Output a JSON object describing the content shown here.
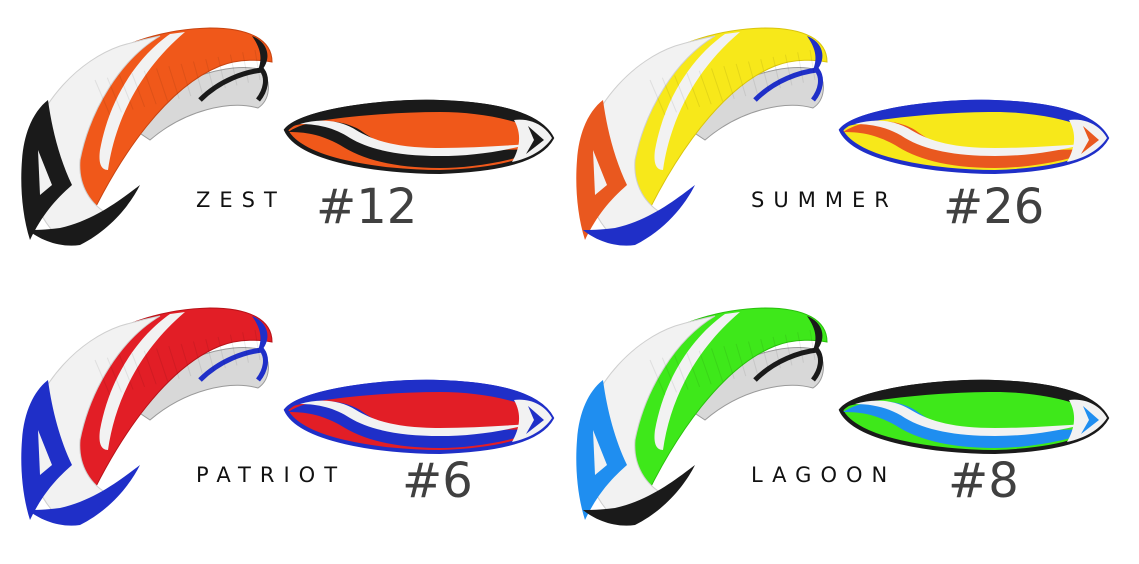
{
  "gliders": [
    {
      "name": "ZEST",
      "number": "#12",
      "colors": {
        "main": "#f0581a",
        "main_dark": "#c84410",
        "accent": "#1a1a1a",
        "edge": "#1a1a1a",
        "white": "#f2f2f2"
      }
    },
    {
      "name": "SUMMER",
      "number": "#26",
      "colors": {
        "main": "#f7e81a",
        "main_dark": "#d9c40c",
        "accent": "#e9581f",
        "edge": "#1f2fc8",
        "white": "#f2f2f2"
      }
    },
    {
      "name": "PATRIOT",
      "number": "#6",
      "colors": {
        "main": "#e21e26",
        "main_dark": "#b81218",
        "accent": "#1f2fc8",
        "edge": "#1f2fc8",
        "white": "#f2f2f2"
      }
    },
    {
      "name": "LAGOON",
      "number": "#8",
      "colors": {
        "main": "#3ee81a",
        "main_dark": "#28c00c",
        "accent": "#1f8ef0",
        "edge": "#1a1a1a",
        "white": "#f2f2f2"
      }
    }
  ]
}
